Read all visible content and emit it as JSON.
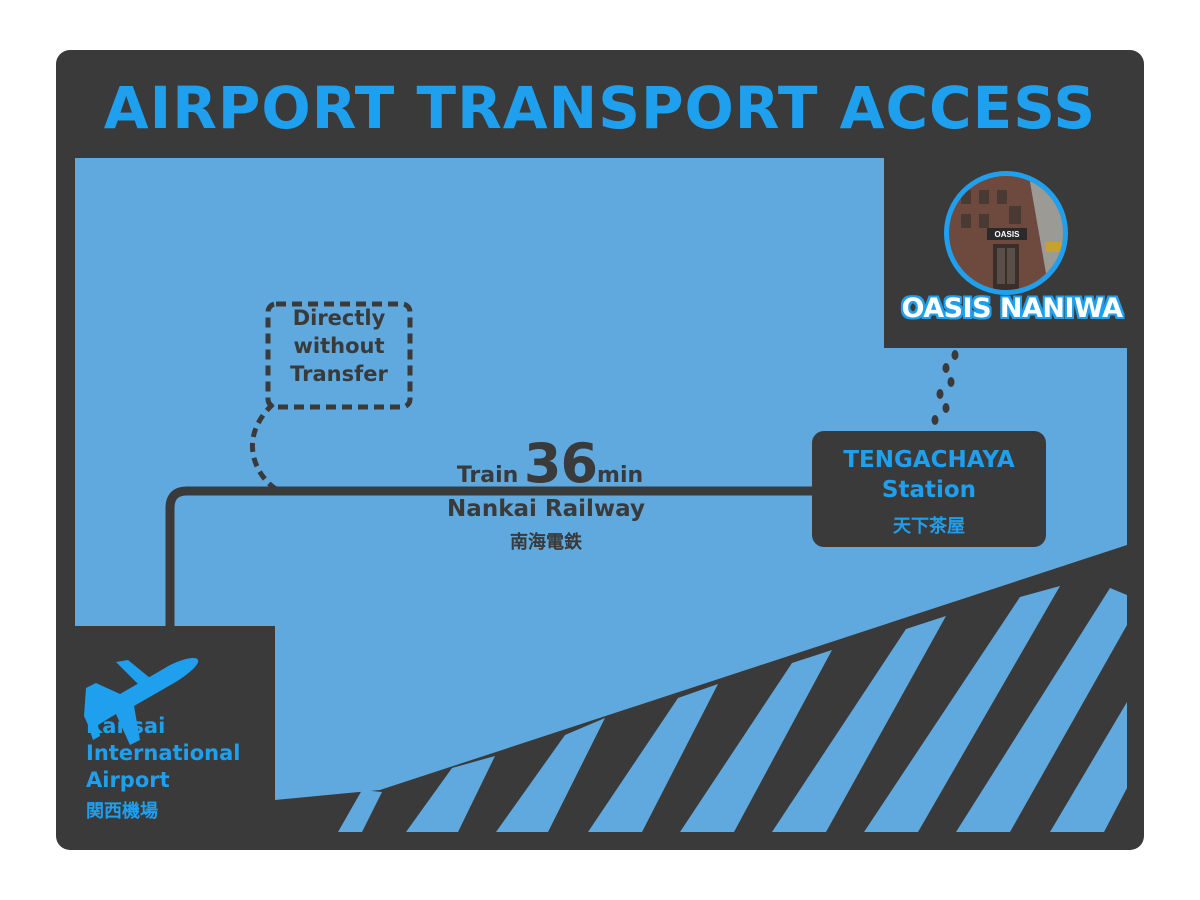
{
  "title": "AIRPORT TRANSPORT ACCESS",
  "note": [
    "Directly",
    "without",
    "Transfer"
  ],
  "route": {
    "mode": "Train",
    "duration": "36",
    "unit": "min",
    "line_name": "Nankai Railway",
    "line_name_jp": "南海電鉄"
  },
  "station": {
    "name_lines": [
      "TENGACHAYA",
      "Station"
    ],
    "name_jp": "天下茶屋"
  },
  "airport": {
    "name_lines": [
      "Kansai",
      "International",
      "Airport"
    ],
    "name_jp": "関西機場",
    "icon": "airplane-icon"
  },
  "hotel": {
    "name": "OASIS NANIWA",
    "sign_text": "OASIS"
  },
  "colors": {
    "accent_blue": "#1ea0ef",
    "map_blue": "#5fa9de",
    "dark": "#3a3a3a",
    "background": "#ffffff"
  }
}
